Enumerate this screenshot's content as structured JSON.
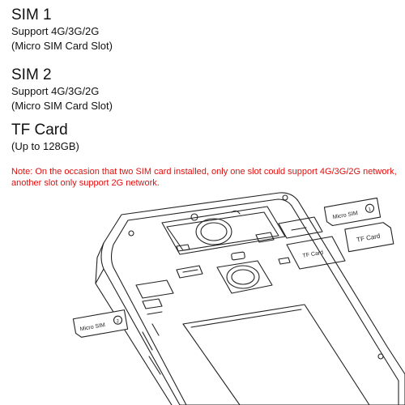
{
  "sim1": {
    "title": "SIM 1",
    "line1": "Support 4G/3G/2G",
    "line2": "(Micro SIM Card Slot)"
  },
  "sim2": {
    "title": "SIM 2",
    "line1": "Support 4G/3G/2G",
    "line2": "(Micro SIM Card Slot)"
  },
  "tf": {
    "title": "TF Card",
    "line1": "(Up to 128GB)"
  },
  "note": {
    "line1": "Note: On the occasion that two SIM card installed, only one slot could support 4G/3G/2G network,",
    "line2": "another slot only support 2G network."
  },
  "cards": {
    "sim1_label": "Micro SIM",
    "sim1_number": "1",
    "sim2_label": "Micro SIM",
    "sim2_number": "2",
    "tf_label": "TF Card",
    "tf_slot_label": "TF Card"
  },
  "colors": {
    "note": "#e10e0e",
    "line": "#222222"
  }
}
